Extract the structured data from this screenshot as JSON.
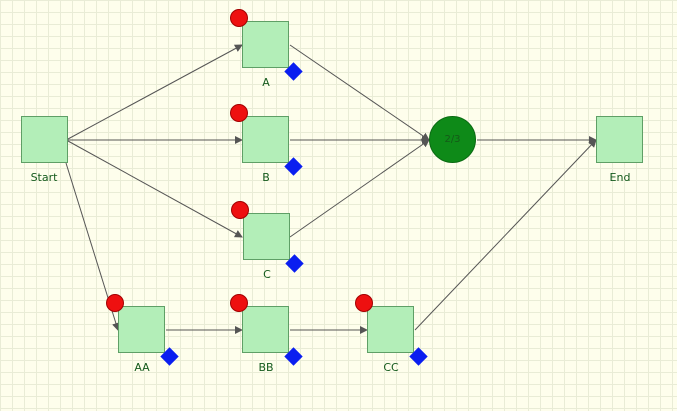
{
  "colors": {
    "background": "#fefeec",
    "grid": "#e9ecd6",
    "task_fill": "#b3eeb8",
    "task_border": "#5f9f66",
    "label_text": "#145a1c",
    "start_marker": "#ee1010",
    "end_marker": "#0a1ef0",
    "join_fill": "#0e8a18",
    "edge": "#555555"
  },
  "nodes": {
    "start": {
      "label": "Start"
    },
    "a": {
      "label": "A"
    },
    "b": {
      "label": "B"
    },
    "c": {
      "label": "C"
    },
    "aa": {
      "label": "AA"
    },
    "bb": {
      "label": "BB"
    },
    "cc": {
      "label": "CC"
    },
    "join": {
      "label": "2/3"
    },
    "end": {
      "label": "End"
    }
  },
  "edges": [
    {
      "from": "Start",
      "to": "A"
    },
    {
      "from": "Start",
      "to": "B"
    },
    {
      "from": "Start",
      "to": "C"
    },
    {
      "from": "Start",
      "to": "AA"
    },
    {
      "from": "A",
      "to": "2/3"
    },
    {
      "from": "B",
      "to": "2/3"
    },
    {
      "from": "C",
      "to": "2/3"
    },
    {
      "from": "AA",
      "to": "BB"
    },
    {
      "from": "BB",
      "to": "CC"
    },
    {
      "from": "2/3",
      "to": "End"
    },
    {
      "from": "CC",
      "to": "End"
    }
  ]
}
